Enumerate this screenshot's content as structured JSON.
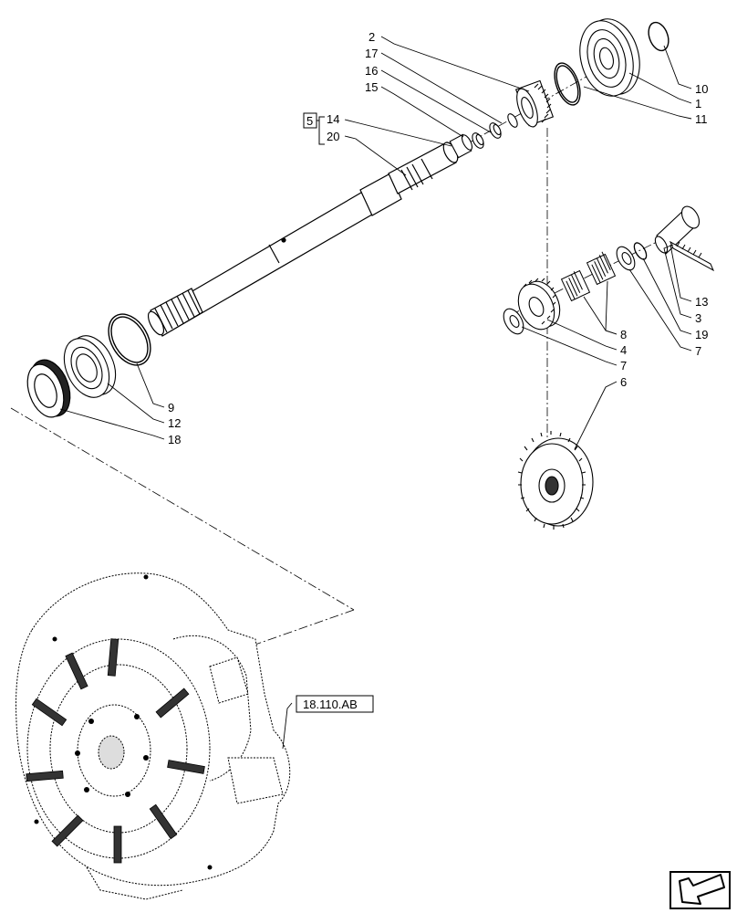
{
  "callouts": {
    "c2": "2",
    "c17": "17",
    "c16": "16",
    "c15": "15",
    "c14": "14",
    "c20": "20",
    "c5": "5",
    "c10": "10",
    "c1": "1",
    "c11": "11",
    "c13": "13",
    "c3": "3",
    "c19": "19",
    "c7a": "7",
    "c8": "8",
    "c4": "4",
    "c7b": "7",
    "c6": "6",
    "c9": "9",
    "c12": "12",
    "c18": "18"
  },
  "reference": {
    "label": "18.110.AB"
  },
  "nav": {
    "icon": "next-page-arrow-icon"
  },
  "colors": {
    "line": "#000000",
    "background": "#ffffff",
    "shade": "#cccccc"
  }
}
